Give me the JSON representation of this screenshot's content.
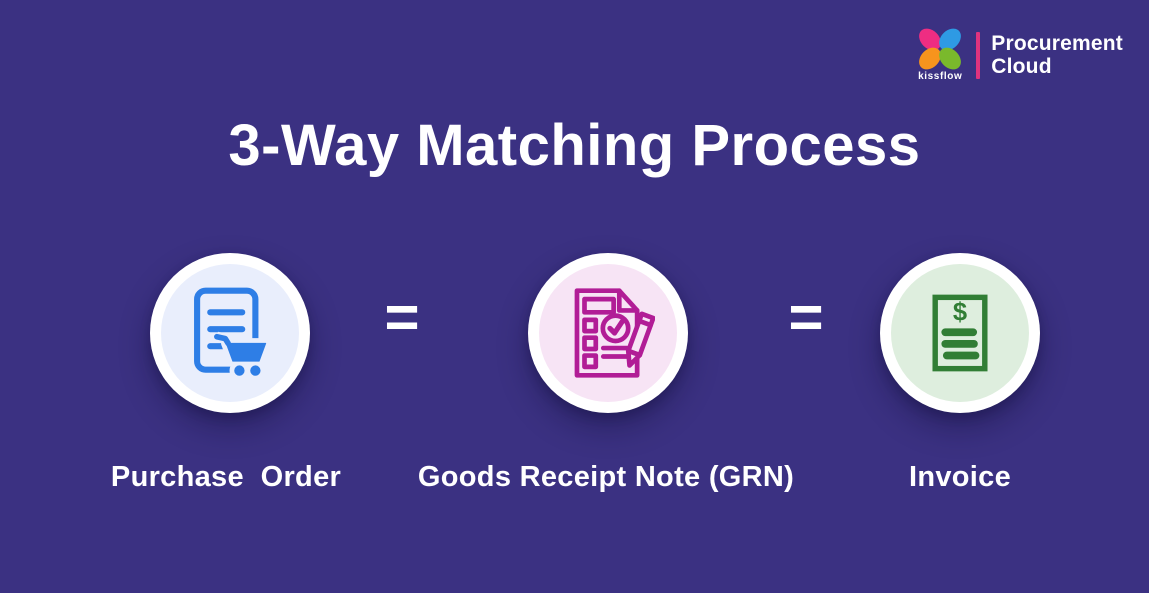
{
  "page": {
    "background_color": "#3b3182",
    "title": "3-Way Matching Process",
    "text_color": "#ffffff"
  },
  "brand": {
    "name": "kissflow",
    "product": {
      "line1": "Procurement",
      "line2": "Cloud"
    },
    "divider_color": "#e0337e",
    "logo_icon": "kissflow-four-petal-flower-icon",
    "petal_colors": {
      "top_left": "#ee2d82",
      "top_right": "#2e9ae4",
      "bottom_left": "#f7941d",
      "bottom_right": "#7ab92c"
    }
  },
  "process": {
    "steps": [
      {
        "label": "Purchase  Order",
        "icon": "purchase-order-document-cart-icon",
        "icon_color": "#2e7ee6",
        "circle_fill": "#e9eefc"
      },
      {
        "label": "Goods Receipt Note (GRN)",
        "icon": "goods-receipt-checklist-pencil-icon",
        "icon_color": "#b11d96",
        "circle_fill": "#f7e4f5"
      },
      {
        "label": "Invoice",
        "icon": "invoice-dollar-document-icon",
        "icon_color": "#317e35",
        "circle_fill": "#deeede",
        "currency_symbol": "$"
      }
    ],
    "operators": [
      {
        "symbol": "="
      },
      {
        "symbol": "="
      }
    ]
  }
}
